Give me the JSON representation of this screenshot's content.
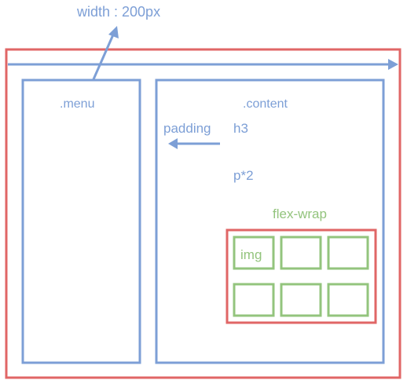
{
  "labels": {
    "width": "width : 200px",
    "menu": ".menu",
    "content": ".content",
    "padding": "padding",
    "h3": "h3",
    "p": "p*2",
    "flex_wrap": "flex-wrap",
    "img": "img"
  },
  "colors": {
    "red": "#e06666",
    "blue": "#7d9fd6",
    "green": "#93c47d"
  }
}
